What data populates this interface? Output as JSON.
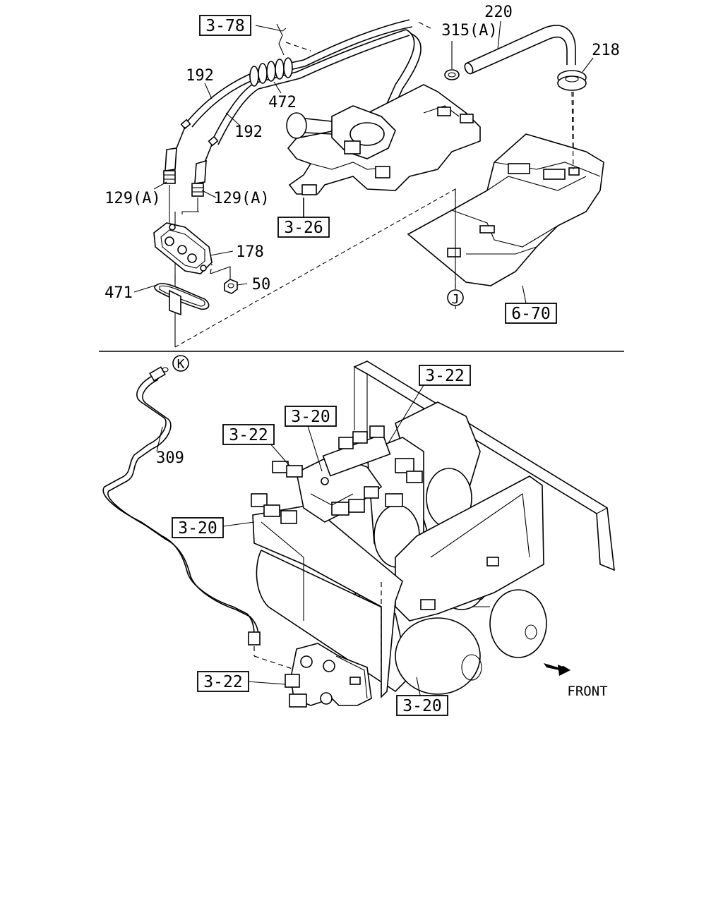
{
  "diagram": {
    "top": {
      "callouts": {
        "ref_3_78": "3-78",
        "part_220": "220",
        "part_315a": "315(A)",
        "part_218": "218",
        "part_192_upper": "192",
        "part_472": "472",
        "part_192_lower": "192",
        "part_129a_left": "129(A)",
        "part_129a_right": "129(A)",
        "ref_3_26": "3-26",
        "part_178": "178",
        "part_471": "471",
        "part_50": "50",
        "circle_j": "J",
        "ref_6_70": "6-70"
      }
    },
    "bottom": {
      "callouts": {
        "circle_k": "K",
        "part_309": "309",
        "ref_3_22_top": "3-22",
        "ref_3_20_top": "3-20",
        "ref_3_22_left": "3-22",
        "ref_3_20_left": "3-20",
        "ref_3_22_bottom": "3-22",
        "ref_3_20_bottom": "3-20",
        "front_label": "FRONT"
      }
    }
  }
}
